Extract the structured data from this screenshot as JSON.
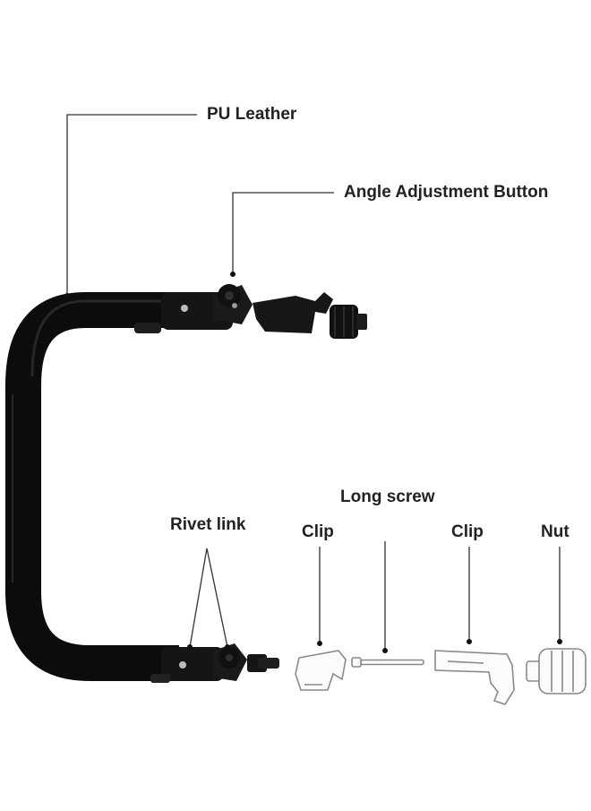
{
  "labels": {
    "pu_leather": "PU Leather",
    "angle_button": "Angle Adjustment Button",
    "long_screw": "Long screw",
    "rivet_link": "Rivet link",
    "clip_left": "Clip",
    "clip_right": "Clip",
    "nut": "Nut"
  },
  "colors": {
    "handle": "#0c0c0c",
    "leader_line": "#333333",
    "part_outline": "#8a8a8a",
    "text": "#222222"
  }
}
